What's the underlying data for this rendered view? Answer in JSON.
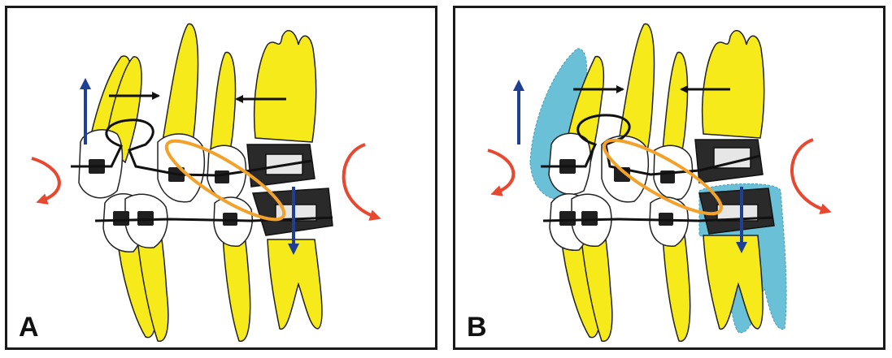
{
  "panels": [
    {
      "id": "A",
      "label": "A"
    },
    {
      "id": "B",
      "label": "B"
    }
  ],
  "colors": {
    "tooth": "#f7ea1b",
    "tooth_outline": "#222222",
    "bracket": "#1f1f1f",
    "wire": "#111111",
    "force_arrow_blue": "#1f3f93",
    "rotation_arrow_red": "#e8482f",
    "highlight_ellipse": "#f2a12a",
    "ghost_tooth_blue": "#4fb6d1"
  },
  "icons": [
    "up-force-arrow-icon",
    "down-force-arrow-icon",
    "rotation-arrow-icon",
    "horizontal-force-arrow-icon"
  ]
}
